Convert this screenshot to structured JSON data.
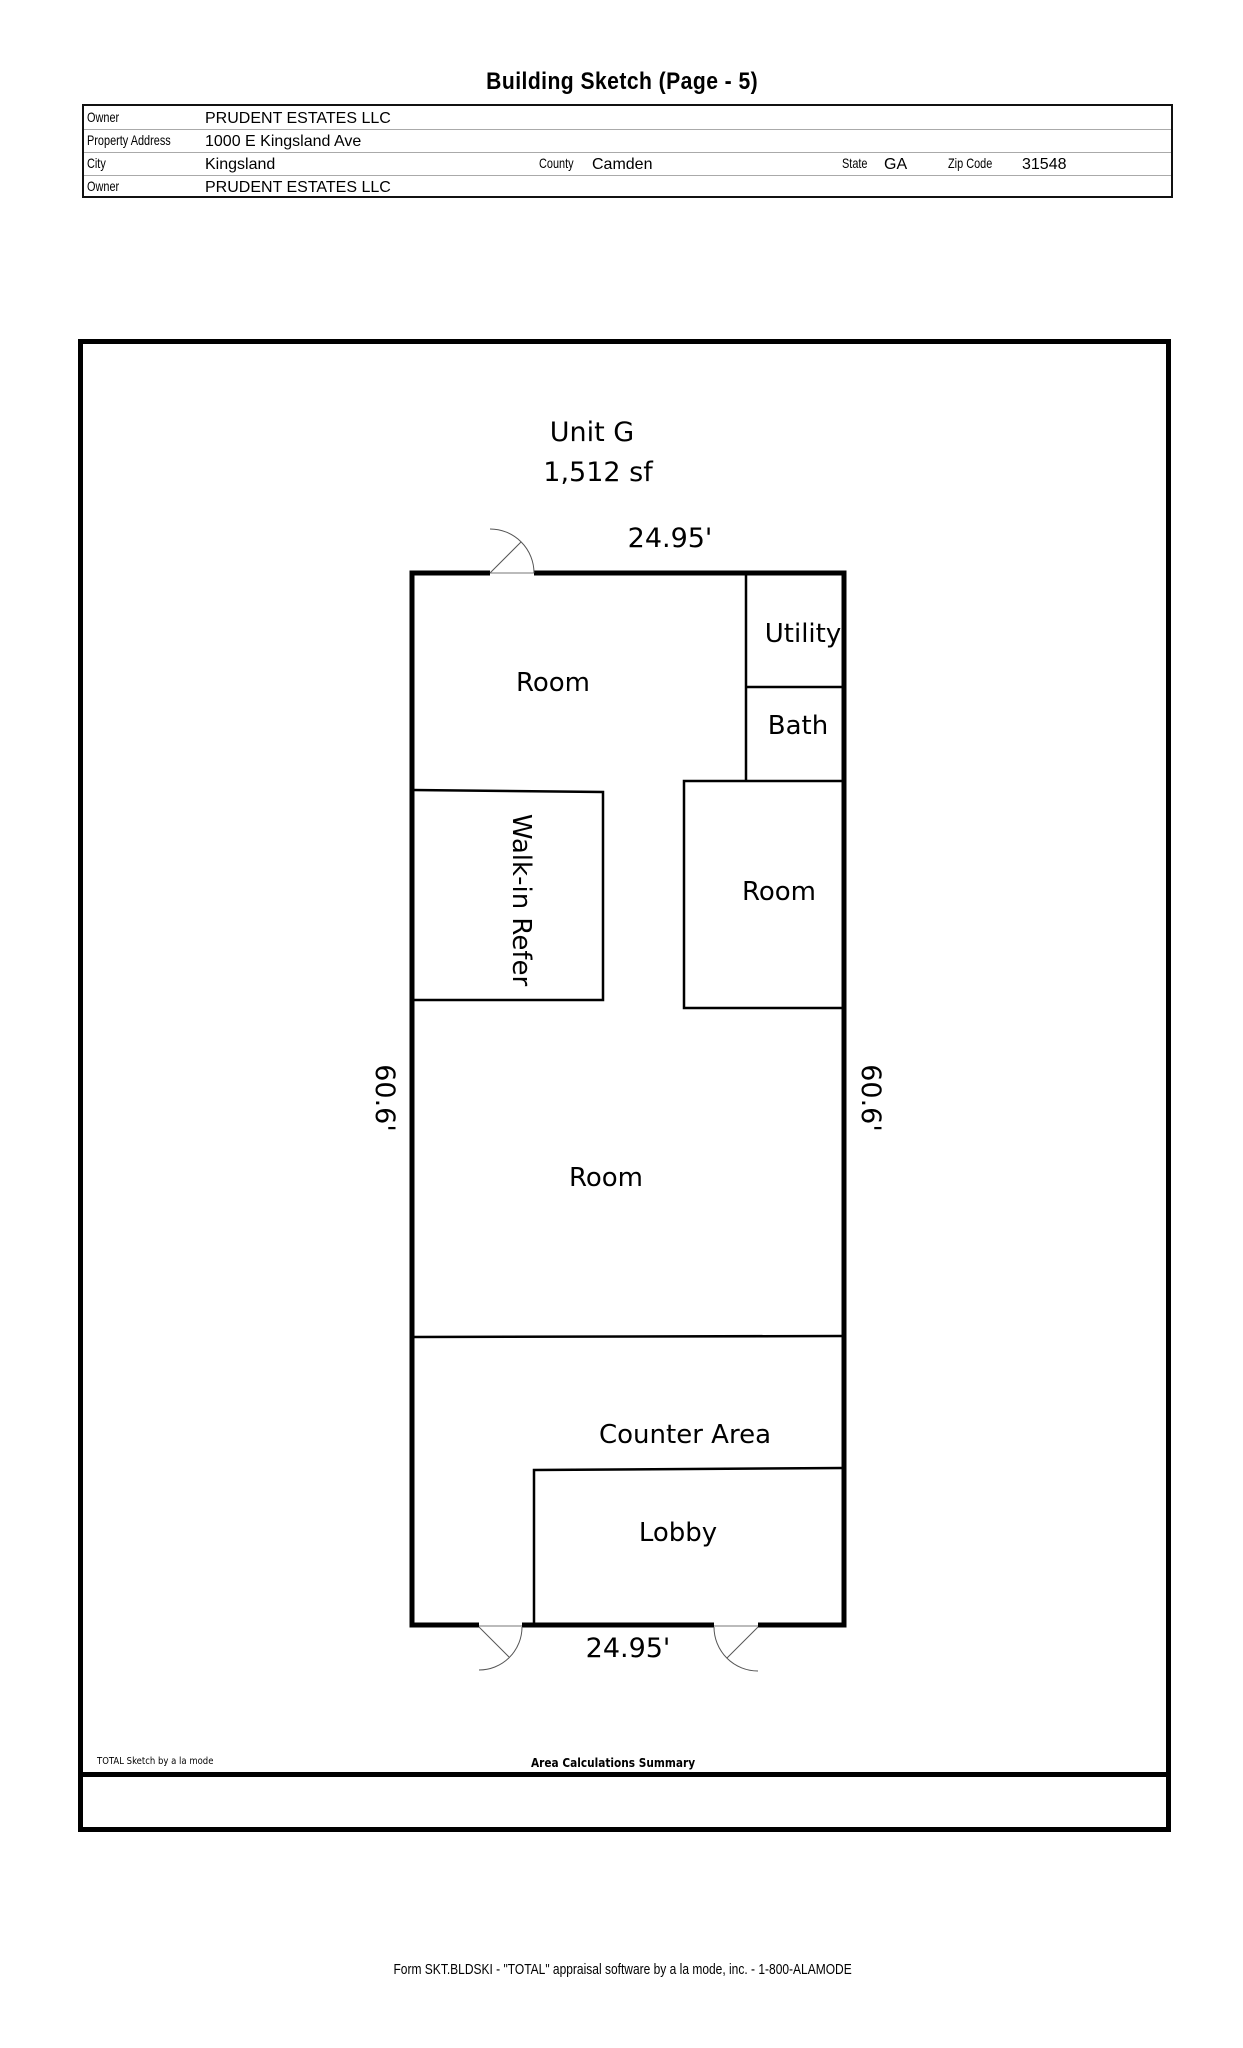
{
  "page": {
    "title": "Building Sketch (Page - 5)",
    "footer": "Form SKT.BLDSKI - \"TOTAL\" appraisal software by a la mode, inc. - 1-800-ALAMODE"
  },
  "info": {
    "owner_label": "Owner",
    "owner_value": "PRUDENT ESTATES LLC",
    "address_label": "Property Address",
    "address_value": "1000 E Kingsland Ave",
    "city_label": "City",
    "city_value": "Kingsland",
    "county_label": "County",
    "county_value": "Camden",
    "state_label": "State",
    "state_value": "GA",
    "zip_label": "Zip Code",
    "zip_value": "31548",
    "owner2_label": "Owner",
    "owner2_value": "PRUDENT ESTATES LLC"
  },
  "sketch": {
    "unit_name": "Unit G",
    "unit_area": "1,512 sf",
    "dim_top": "24.95'",
    "dim_bottom": "24.95'",
    "dim_left": "60.6'",
    "dim_right": "60.6'",
    "rooms": {
      "room_top": "Room",
      "utility": "Utility",
      "bath": "Bath",
      "walk_in": "Walk-in Refer",
      "room_right": "Room",
      "room_main": "Room",
      "counter": "Counter Area",
      "lobby": "Lobby"
    },
    "doors": [
      "top-left-door",
      "bottom-left-door",
      "bottom-right-door"
    ]
  },
  "frame": {
    "credit": "TOTAL Sketch by a la mode",
    "area_summary_title": "Area Calculations Summary"
  }
}
